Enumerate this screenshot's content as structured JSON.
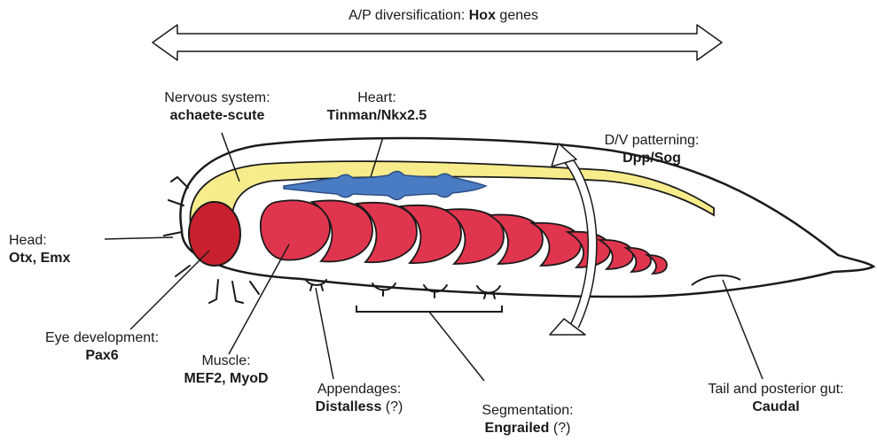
{
  "colors": {
    "outline": "#1a1a1a",
    "nervous_system": "#f7ec8c",
    "eye": "#c8202e",
    "heart": "#4a7cc4",
    "muscle": "#e0354e",
    "background": "#ffffff"
  },
  "top_axis": {
    "label_prefix": "A/P diversification: ",
    "label_gene": "Hox",
    "label_suffix": " genes"
  },
  "labels": {
    "nervous": {
      "title": "Nervous system:",
      "gene": "achaete-scute"
    },
    "heart": {
      "title": "Heart:",
      "gene": "Tinman/Nkx2.5"
    },
    "dv": {
      "title": "D/V patterning:",
      "gene": "Dpp/Sog"
    },
    "head": {
      "title": "Head:",
      "gene": "Otx, Emx"
    },
    "eye": {
      "title": "Eye development:",
      "gene": "Pax6"
    },
    "muscle": {
      "title": "Muscle:",
      "gene": "MEF2, MyoD"
    },
    "appendages": {
      "title": "Appendages:",
      "gene": "Distalless",
      "note": " (?)"
    },
    "segmentation": {
      "title": "Segmentation:",
      "gene": "Engrailed",
      "note": " (?)"
    },
    "tail": {
      "title": "Tail and posterior gut:",
      "gene": "Caudal"
    }
  }
}
